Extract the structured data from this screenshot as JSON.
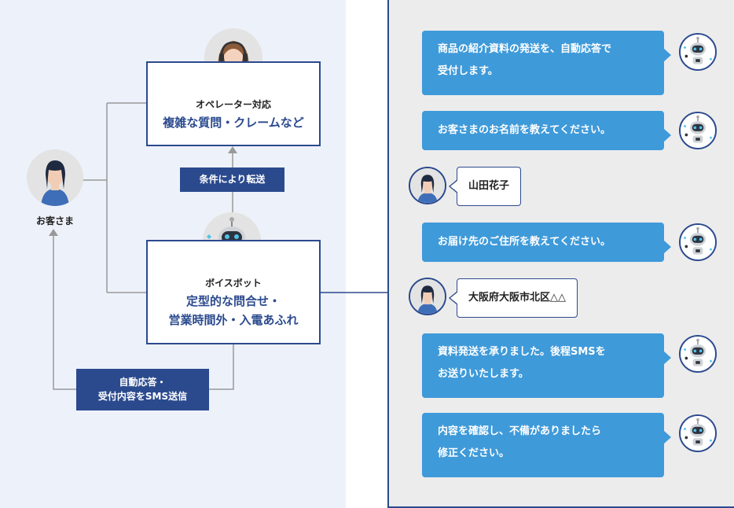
{
  "customer": {
    "label": "お客さま"
  },
  "operator": {
    "title": "オペレーター対応",
    "sub": "複雑な質問・クレームなど"
  },
  "voicebot": {
    "title": "ボイスボット",
    "sub_line1": "定型的な問合せ・",
    "sub_line2": "営業時間外・入電あふれ"
  },
  "labels": {
    "transfer": "条件により転送",
    "auto_line1": "自動応答・",
    "auto_line2": "受付内容をSMS送信"
  },
  "chat": [
    {
      "type": "bot",
      "line1": "商品の紹介資料の発送を、自動応答で",
      "line2": "受付します。"
    },
    {
      "type": "bot",
      "line1": "お客さまのお名前を教えてください。",
      "line2": ""
    },
    {
      "type": "user",
      "text": "山田花子"
    },
    {
      "type": "bot",
      "line1": "お届け先のご住所を教えてください。",
      "line2": ""
    },
    {
      "type": "user",
      "text": "大阪府大阪市北区△△"
    },
    {
      "type": "bot",
      "line1": "資料発送を承りました。後程SMSを",
      "line2": "お送りいたします。"
    },
    {
      "type": "bot",
      "line1": "内容を確認し、不備がありましたら",
      "line2": "修正ください。"
    }
  ],
  "colors": {
    "navy": "#2b4a8e",
    "bubble": "#3f9ad9",
    "left_bg": "#edf1f9",
    "right_bg": "#ececec"
  },
  "icons": [
    "customer-avatar-icon",
    "operator-avatar-icon",
    "robot-avatar-icon"
  ]
}
